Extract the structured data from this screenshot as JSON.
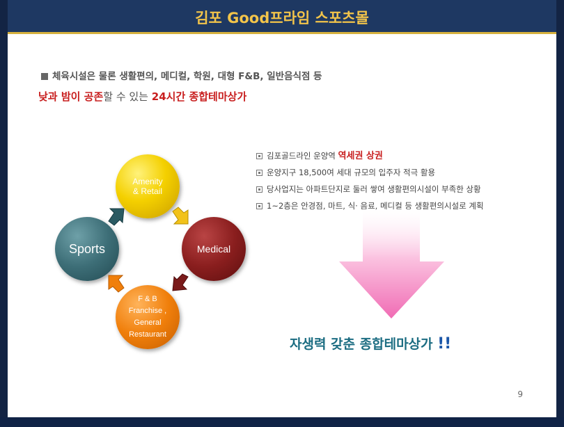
{
  "title": "김포 Good프라임 스포츠몰",
  "intro": {
    "line1": "체육시설은 물론 생활편의, 메디컬, 학원, 대형 F&B, 일반음식점 등",
    "line2_red1": "낮과 밤이 공존",
    "line2_mid": "할 수 있는 ",
    "line2_red2": "24시간 종합테마상가"
  },
  "cycle": {
    "amenity": [
      "Amenity",
      "& Retail"
    ],
    "medical": "Medical",
    "sports": "Sports",
    "fnb": [
      "F & B",
      "Franchise ,",
      "General",
      "Restaurant"
    ]
  },
  "bullets": [
    {
      "text": "김포골드라인 운양역 ",
      "highlight": "역세권 상권"
    },
    {
      "text": "운양지구 18,500여 세대 규모의 입주자 적극 활용",
      "highlight": ""
    },
    {
      "text": "당사업지는 아파트단지로 둘러 쌓여 생활편의시설이 부족한 상황",
      "highlight": ""
    },
    {
      "text": "1~2층은 안경점, 마트, 식· 음료, 메디컬 등 생활편의시설로 계획",
      "highlight": ""
    }
  ],
  "summary": {
    "text": "자생력 갖춘 종합테마상가 ",
    "exclaim": "!!"
  },
  "page_number": "9",
  "colors": {
    "title_band": "#1e3862",
    "title_text": "#f2c44a",
    "accent_red": "#c81e1e",
    "summary": "#1c6d82",
    "arrow_pink": "#f07ab8"
  }
}
